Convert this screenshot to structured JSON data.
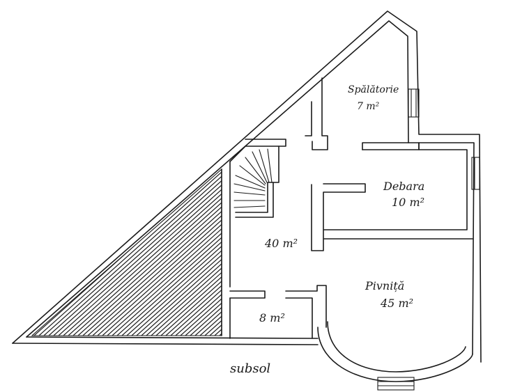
{
  "plan": {
    "title": "subsol",
    "rooms": [
      {
        "name": "Spălătorie",
        "area": "7 m²"
      },
      {
        "name": "Debara",
        "area": "10 m²"
      },
      {
        "name": "",
        "area": "40 m²"
      },
      {
        "name": "Pivniță",
        "area": "45 m²"
      },
      {
        "name": "",
        "area": "8 m²"
      }
    ]
  }
}
